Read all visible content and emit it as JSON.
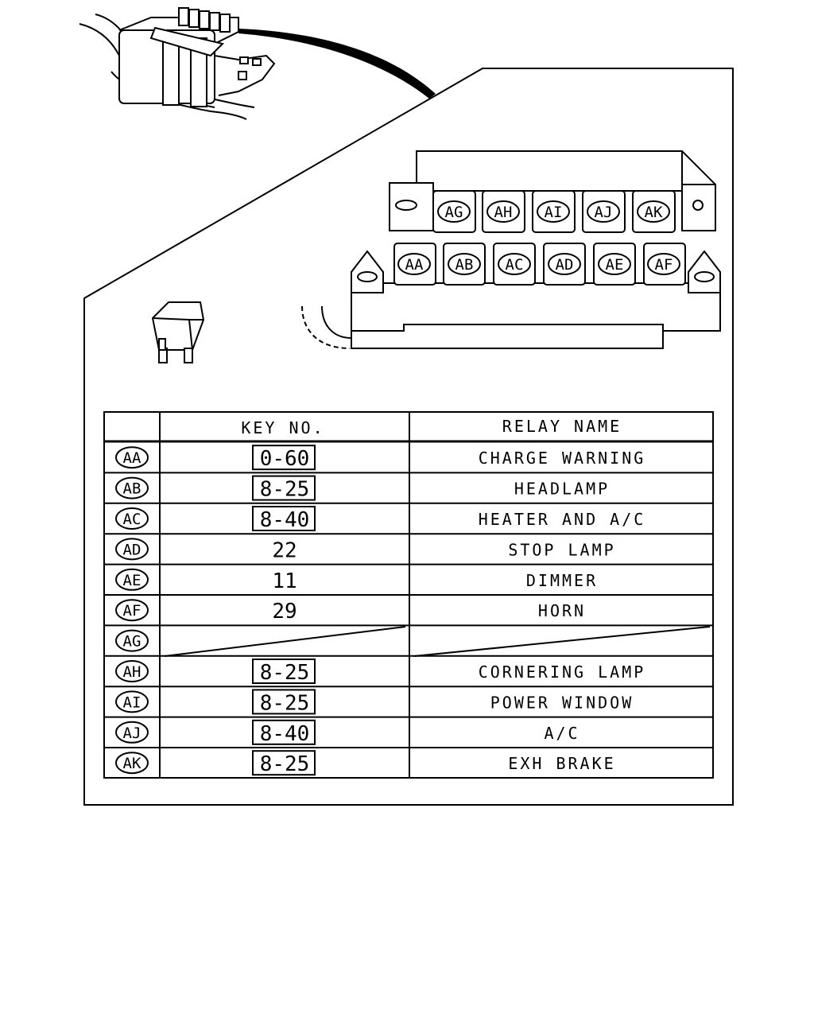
{
  "relay_block": {
    "upper_row": [
      "AG",
      "AH",
      "AI",
      "AJ",
      "AK"
    ],
    "lower_row": [
      "AA",
      "AB",
      "AC",
      "AD",
      "AE",
      "AF"
    ]
  },
  "table": {
    "headers": {
      "code": "",
      "key": "KEY NO.",
      "name": "RELAY NAME"
    },
    "rows": [
      {
        "code": "AA",
        "key": "0-60",
        "boxed": true,
        "name": "CHARGE WARNING"
      },
      {
        "code": "AB",
        "key": "8-25",
        "boxed": true,
        "name": "HEADLAMP"
      },
      {
        "code": "AC",
        "key": "8-40",
        "boxed": true,
        "name": "HEATER AND A/C"
      },
      {
        "code": "AD",
        "key": "22",
        "boxed": false,
        "name": "STOP LAMP"
      },
      {
        "code": "AE",
        "key": "11",
        "boxed": false,
        "name": "DIMMER"
      },
      {
        "code": "AF",
        "key": "29",
        "boxed": false,
        "name": "HORN"
      },
      {
        "code": "AG",
        "key": "",
        "boxed": false,
        "name": "",
        "empty": true
      },
      {
        "code": "AH",
        "key": "8-25",
        "boxed": true,
        "name": "CORNERING LAMP"
      },
      {
        "code": "AI",
        "key": "8-25",
        "boxed": true,
        "name": "POWER WINDOW"
      },
      {
        "code": "AJ",
        "key": "8-40",
        "boxed": true,
        "name": "A/C"
      },
      {
        "code": "AK",
        "key": "8-25",
        "boxed": true,
        "name": "EXH BRAKE"
      }
    ]
  }
}
